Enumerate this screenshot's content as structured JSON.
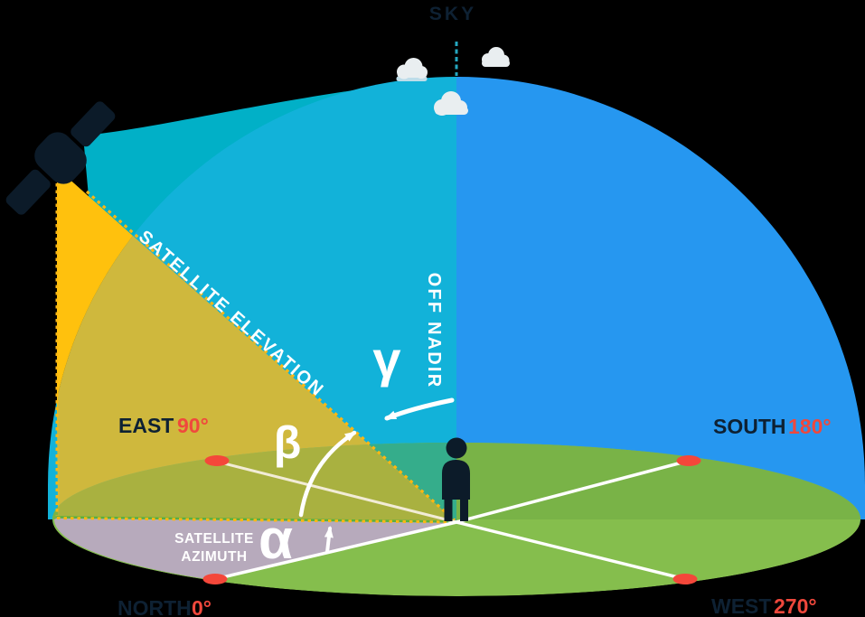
{
  "diagram": {
    "sky_label": "SKY",
    "satellite_elevation_label": "SATELLITE ELEVATION",
    "off_nadir_label": "OFF NADIR",
    "satellite_azimuth_label_line1": "SATELLITE",
    "satellite_azimuth_label_line2": "AZIMUTH",
    "alpha_symbol": "α",
    "beta_symbol": "β",
    "gamma_symbol": "γ"
  },
  "compass": [
    {
      "direction": "EAST",
      "degrees": "90°"
    },
    {
      "direction": "SOUTH",
      "degrees": "180°"
    },
    {
      "direction": "NORTH",
      "degrees": "0°"
    },
    {
      "direction": "WEST",
      "degrees": "270°"
    }
  ],
  "colors": {
    "background": "#000000",
    "dome_cyan": "#12b2d9",
    "beam_cyan": "#01b0c7",
    "dome_blue": "#2697f0",
    "ground_green_light": "#85be4d",
    "ground_green_dark": "#79b347",
    "ground_teal": "#35ad8b",
    "ground_olive": "#a9b140",
    "wedge_olive_yellow": "#cfb83d",
    "wedge_yellow": "#ffc10d",
    "azimuth_lavender": "#b7aabc",
    "marker_red": "#f4473a",
    "label_navy": "#0e2133",
    "degrees_red": "#f0483c",
    "cloud_white": "#e9eef0",
    "cloud_shadow": "#bedde9",
    "silhouette_navy": "#0c1b29",
    "east_line_cream": "#f2ecd6",
    "dotted_yellow": "#fcb713",
    "ground_line_green": "#5ab03f",
    "zenith_teal": "#25a7c0",
    "white": "#ffffff"
  }
}
